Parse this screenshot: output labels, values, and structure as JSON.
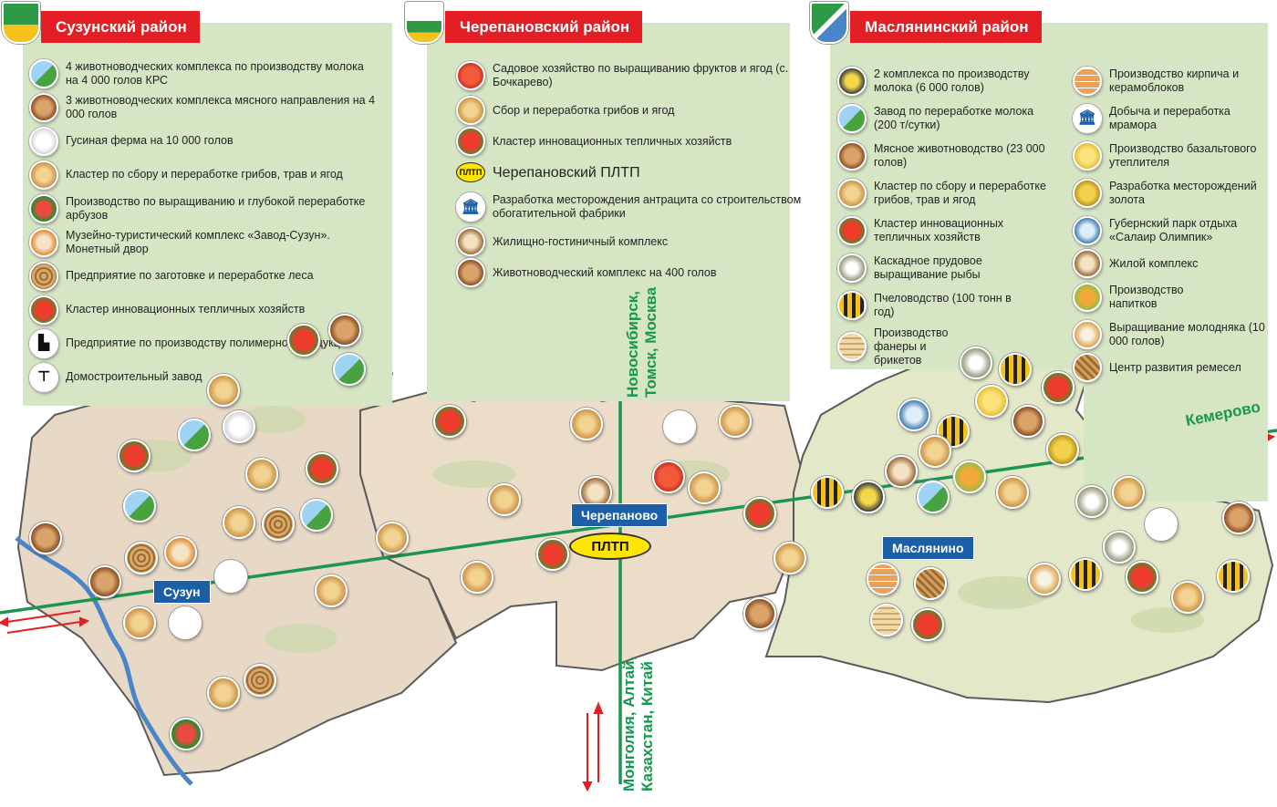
{
  "colors": {
    "panel": "#d6e5c3",
    "title_bg": "#e31e24",
    "map_fill": "#e8d9c7",
    "map_border": "#5b5b5b",
    "road": "#1a9650",
    "arrow": "#e31e24",
    "town_label": "#1d5fa6",
    "pltp": "#ffe600"
  },
  "districts": [
    {
      "title": "Сузунский район",
      "legend": [
        {
          "icon": "milk-carton-icon",
          "text": "4 животноводческих комплекса по производству молока на 4 000 голов КРС"
        },
        {
          "icon": "cow-icon",
          "text": "3 животноводческих комплекса мясного направления на 4 000 голов"
        },
        {
          "icon": "goose-icon",
          "text": "Гусиная ферма на 10 000 голов"
        },
        {
          "icon": "mushrooms-icon",
          "text": "Кластер по сбору и переработке грибов, трав и ягод"
        },
        {
          "icon": "watermelon-icon",
          "text": "Производство по выращиванию и глубокой переработке арбузов"
        },
        {
          "icon": "museum-icon",
          "text": "Музейно-туристический комплекс «Завод-Сузун». Монетный двор"
        },
        {
          "icon": "log-icon",
          "text": "Предприятие по заготовке и переработке леса"
        },
        {
          "icon": "tomatoes-icon",
          "text": "Кластер инновационных тепличных хозяйств"
        },
        {
          "icon": "factory-icon",
          "text": "Предприятие по производству полимерной продукции"
        },
        {
          "icon": "crane-icon",
          "text": "Домостроительный завод"
        }
      ]
    },
    {
      "title": "Черепановский район",
      "legend": [
        {
          "icon": "apple-icon",
          "text": "Садовое хозяйство по выращиванию фруктов и ягод (с. Бочкарево)"
        },
        {
          "icon": "mushrooms-icon",
          "text": "Сбор и переработка грибов и ягод"
        },
        {
          "icon": "tomatoes-icon",
          "text": "Кластер инновационных тепличных хозяйств"
        },
        {
          "icon": "pltp-badge",
          "badge": "ПЛТП",
          "text": "Черепановский ПЛТП"
        },
        {
          "icon": "bank-icon",
          "text": "Разработка месторождения антрацита со строительством обогатительной фабрики"
        },
        {
          "icon": "house-icon",
          "text": "Жилищно-гостиничный комплекс"
        },
        {
          "icon": "cow-icon",
          "text": "Животноводческий комплекс на 400 голов"
        }
      ]
    },
    {
      "title": "Маслянинский район",
      "legend_left": [
        {
          "icon": "farmer-icon",
          "text": "2 комплекса по производству молока (6 000 голов)"
        },
        {
          "icon": "milk-carton-icon",
          "text": "Завод по переработке молока (200 т/сутки)"
        },
        {
          "icon": "cow-icon",
          "text": "Мясное животноводство (23 000 голов)"
        },
        {
          "icon": "mushrooms-icon",
          "text": "Кластер по сбору и переработке грибов, трав и ягод"
        },
        {
          "icon": "tomatoes-icon",
          "text": "Кластер инновационных тепличных хозяйств"
        },
        {
          "icon": "fish-icon",
          "text": "Каскадное прудовое выращивание рыбы"
        },
        {
          "icon": "bee-icon",
          "text": "Пчеловодство (100 тонн в год)"
        },
        {
          "icon": "plywood-icon",
          "text": "Производство фанеры и брикетов"
        }
      ],
      "legend_right": [
        {
          "icon": "bricks-icon",
          "text": "Производство кирпича и керамоблоков"
        },
        {
          "icon": "bank-icon",
          "text": "Добыча и переработка мрамора"
        },
        {
          "icon": "insulation-roll-icon",
          "text": "Производство базальтового утеплителя"
        },
        {
          "icon": "gold-coin-icon",
          "text": "Разработка месторождений золота"
        },
        {
          "icon": "skier-icon",
          "text": "Губернский парк отдыха «Салаир Олимпик»"
        },
        {
          "icon": "house-icon",
          "text": "Жилой комплекс"
        },
        {
          "icon": "juice-icon",
          "text": "Производство напитков"
        },
        {
          "icon": "squirrel-icon",
          "text": "Выращивание молодняка (10 000 голов)"
        },
        {
          "icon": "basket-icon",
          "text": "Центр развития ремесел"
        }
      ]
    }
  ],
  "towns": {
    "suzun": "Сузун",
    "cherepanovo": "Черепаново",
    "maslyanino": "Маслянино",
    "pltp": "ПЛТП"
  },
  "routes": {
    "north": "Новосибирск, Томск, Москва",
    "south": "Монголия, Алтай, Казахстан, Китай",
    "east": "Кемерово"
  }
}
